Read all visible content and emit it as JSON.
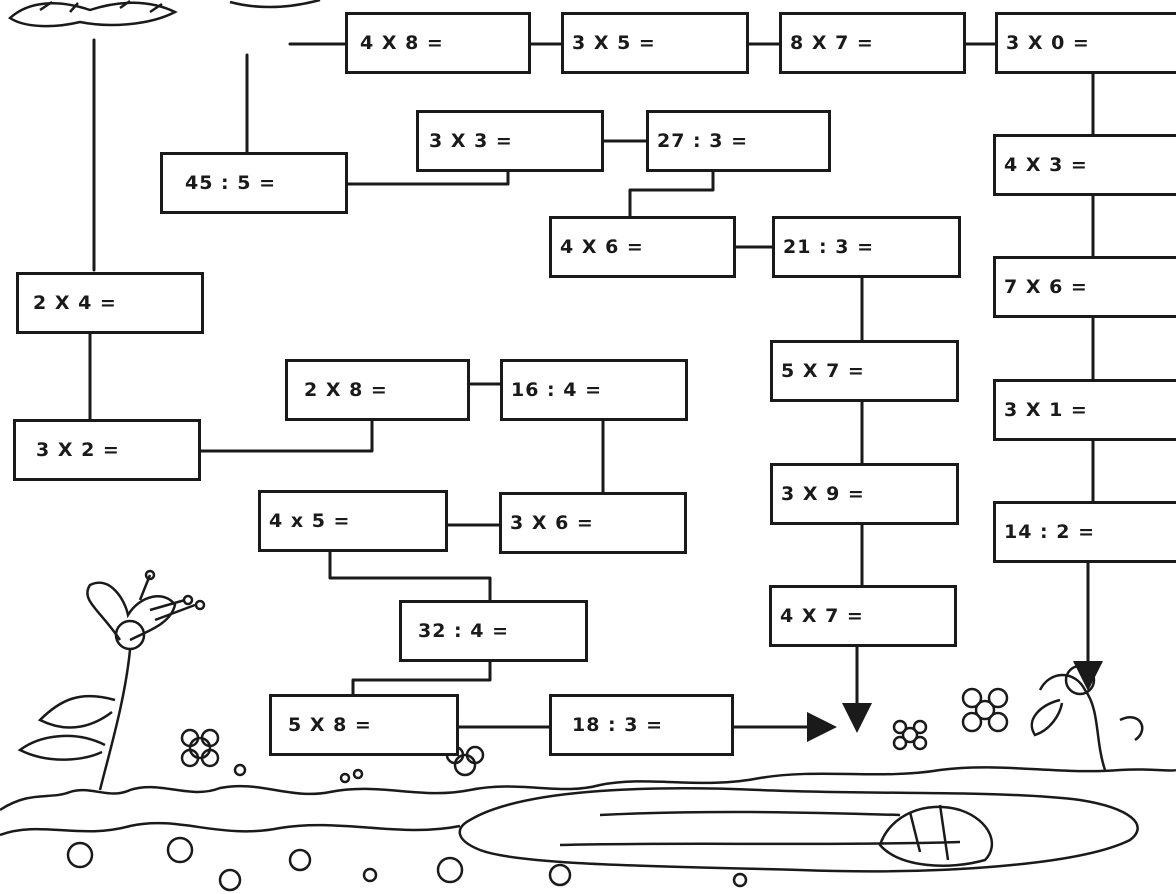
{
  "worksheet": {
    "problems": {
      "p4x8": "4 X 8 =",
      "p3x5": "3 X 5 =",
      "p8x7": "8 X 7 =",
      "p3x0": "3 X 0 =",
      "p3x3": "3 X 3 =",
      "p27d3": "27 : 3 =",
      "p45d5": "45 : 5 =",
      "p4x3": "4 X 3 =",
      "p4x6": "4 X 6 =",
      "p21d3": "21 : 3 =",
      "p7x6": "7 X 6 =",
      "p2x4": "2 X 4 =",
      "p2x8": "2 X 8 =",
      "p16d4": "16 : 4 =",
      "p5x7": "5 X 7 =",
      "p3x1": "3 X 1 =",
      "p3x2": "3 X 2 =",
      "p3x9": "3 X 9 =",
      "p4x5": "4 x 5 =",
      "p3x6": "3 X 6 =",
      "p14d2": "14 : 2 =",
      "p32d4": "32 : 4 =",
      "p4x7": "4 X 7 =",
      "p5x8": "5 X 8 =",
      "p18d3": "18 : 3 ="
    }
  },
  "colors": {
    "ink": "#1a1a1a",
    "paper": "#ffffff"
  }
}
